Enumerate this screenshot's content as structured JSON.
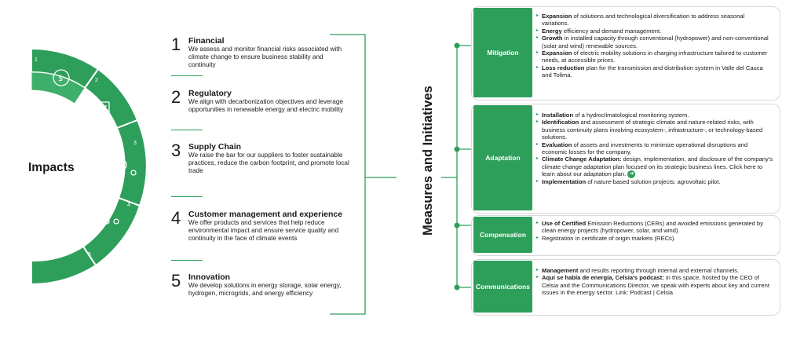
{
  "impacts_label": "Impacts",
  "wheel_numbers": [
    "1",
    "2",
    "3",
    "4",
    "5"
  ],
  "impacts": [
    {
      "num": "1",
      "title": "Financial",
      "desc": "We assess and monitor financial risks associated with climate change to ensure business stability and continuity"
    },
    {
      "num": "2",
      "title": "Regulatory",
      "desc": "We align with decarbonization objectives and leverage opportunities in renewable energy and electric mobility"
    },
    {
      "num": "3",
      "title": "Supply Chain",
      "desc": "We raise the bar for our suppliers to foster sustainable practices, reduce the carbon footprint, and promote local trade"
    },
    {
      "num": "4",
      "title": "Customer management and experience",
      "desc": "We offer products and services that help reduce environmental impact and ensure service quality and continuity in the face of climate events"
    },
    {
      "num": "5",
      "title": "Innovation",
      "desc": "We develop solutions in energy storage, solar energy, hydrogen, microgrids, and energy efficiency"
    }
  ],
  "measures_title": "Measures and Initiatives",
  "measures": [
    {
      "label": "Mitigation",
      "items": [
        {
          "b": "Expansion",
          "t": " of solutions and technological diversification to address seasonal variations."
        },
        {
          "b": "Energy",
          "t": " efficiency and demand management."
        },
        {
          "b": "Growth",
          "t": " in installed capacity through conventional (hydropower) and non-conventional (solar and wind) renewable sources."
        },
        {
          "b": "Expansion",
          "t": " of electric mobility solutions in charging infrastructure tailored to customer needs, at accessible prices."
        },
        {
          "b": "Loss reduction",
          "t": " plan for the transmission and distribution system in Valle del Cauca and Tolima."
        }
      ]
    },
    {
      "label": "Adaptation",
      "items": [
        {
          "b": "Installation",
          "t": " of a hydroclimatological monitoring system."
        },
        {
          "b": "Identification",
          "t": " and assessment of strategic climate and nature-related risks, with business continuity plans involving ecosystem-, infrastructure-, or technology-based solutions."
        },
        {
          "b": "Evaluation",
          "t": " of assets and investments to minimize operational disruptions and economic losses for the company."
        },
        {
          "b": "Climate Change Adaptation:",
          "t": " design, implementation, and disclosure of the company's climate change adaptation plan focused on its strategic business lines. Click here to learn about our adaptation plan."
        },
        {
          "b": "Implementation",
          "t": " of nature-based solution projects: agrovoltaic pilot."
        }
      ]
    },
    {
      "label": "Compensation",
      "items": [
        {
          "b": "Use of Certified",
          "t": " Emission Reductions (CERs) and avoided emissions generated by clean energy projects (hydropower, solar, and wind)."
        },
        {
          "b": "",
          "t": "Registration in certificate of origin markets (RECs)."
        }
      ]
    },
    {
      "label": "Communications",
      "items": [
        {
          "b": "Management",
          "t": " and results reporting through internal and external channels."
        },
        {
          "b": "Aquí se habla de energía, Celsia's podcast:",
          "t": " in this space, hosted by the CEO of Celsia and the Communications Director, we speak with experts about key and current issues in the energy sector. Link: Podcast | Celsia"
        }
      ]
    }
  ],
  "colors": {
    "accent": "#2e9e5b",
    "dark_accent": "#237a46",
    "text": "#1a1a1a"
  }
}
